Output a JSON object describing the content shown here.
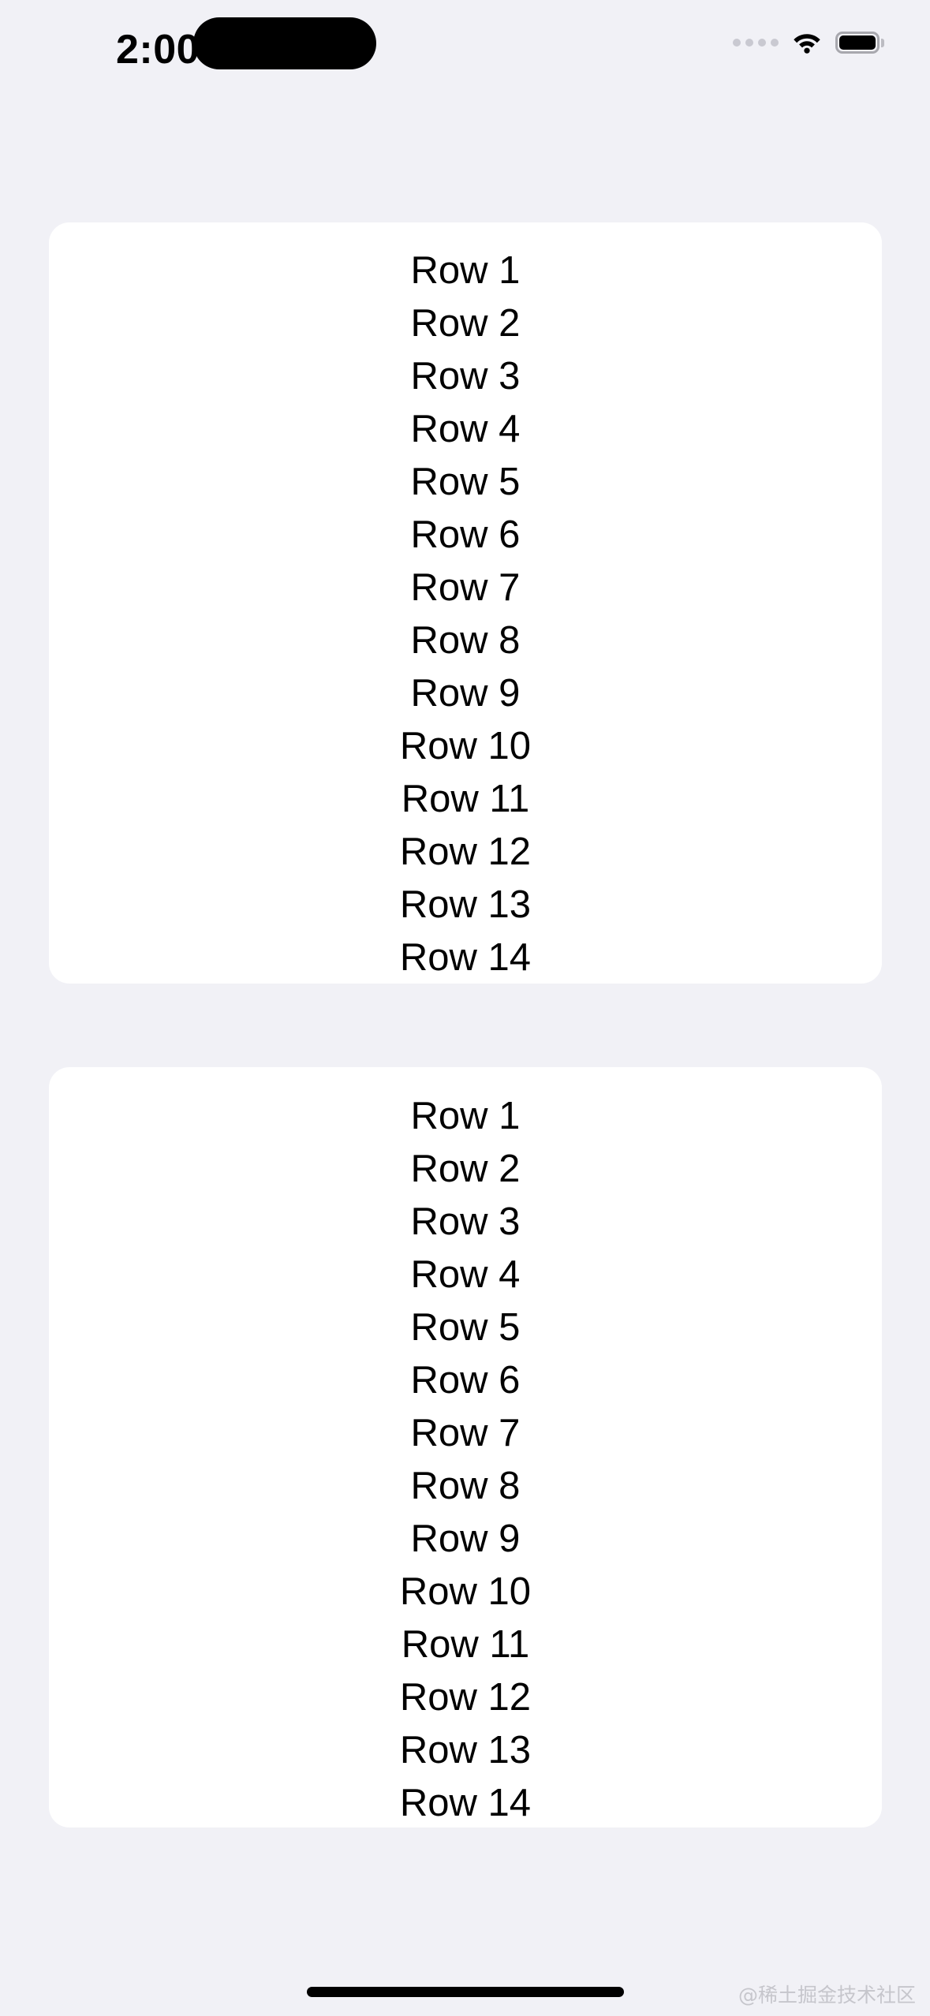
{
  "status_bar": {
    "time": "2:00",
    "dynamic_island": "dynamic-island",
    "signal_dots_count": 4,
    "wifi_icon": "wifi-icon",
    "battery_icon": "battery-icon"
  },
  "cards": [
    {
      "id": "card-1",
      "rows": [
        "Row 1",
        "Row 2",
        "Row 3",
        "Row 4",
        "Row 5",
        "Row 6",
        "Row 7",
        "Row 8",
        "Row 9",
        "Row 10",
        "Row 11",
        "Row 12",
        "Row 13",
        "Row 14"
      ]
    },
    {
      "id": "card-2",
      "rows": [
        "Row 1",
        "Row 2",
        "Row 3",
        "Row 4",
        "Row 5",
        "Row 6",
        "Row 7",
        "Row 8",
        "Row 9",
        "Row 10",
        "Row 11",
        "Row 12",
        "Row 13",
        "Row 14"
      ]
    }
  ],
  "home_indicator": "home-indicator",
  "watermark": "@稀土掘金技术社区",
  "colors": {
    "background": "#f1f1f6",
    "card": "#ffffff",
    "text": "#000000",
    "signal_dot": "#c9c9d1",
    "battery_outline": "#a8a8ae",
    "watermark": "#c6c6cc"
  }
}
